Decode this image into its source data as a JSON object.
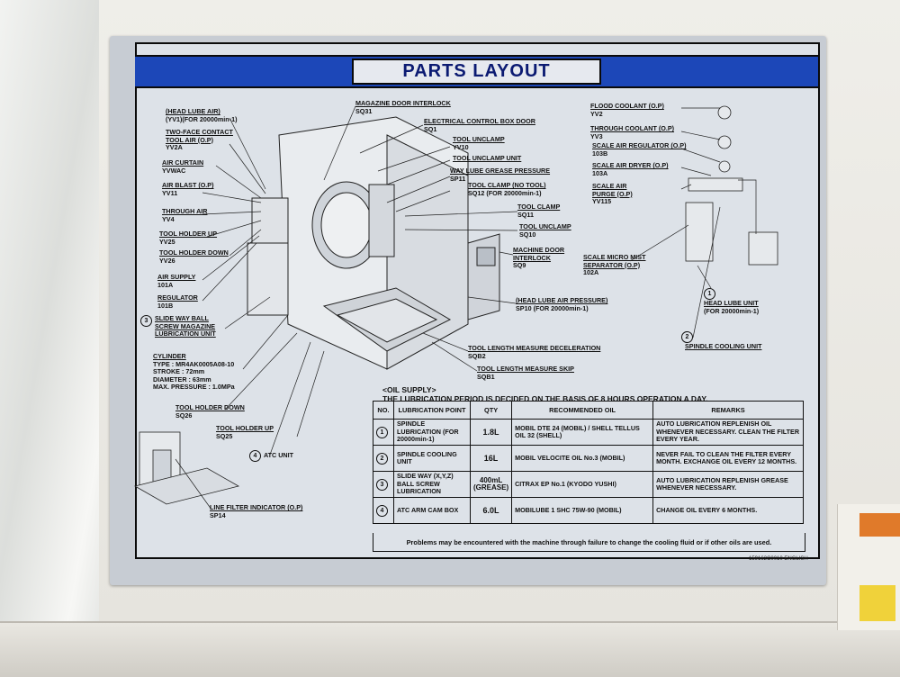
{
  "title": "PARTS LAYOUT",
  "labels_left": [
    {
      "name": "(HEAD LUBE AIR)",
      "code": "(YV1)(FOR 20000min-1)"
    },
    {
      "name": "TWO-FACE CONTACT TOOL AIR (O.P)",
      "code": "YV2A"
    },
    {
      "name": "AIR CURTAIN",
      "code": "YVWAC"
    },
    {
      "name": "AIR BLAST (O.P)",
      "code": "YV11"
    },
    {
      "name": "THROUGH AIR",
      "code": "YV4"
    },
    {
      "name": "TOOL HOLDER UP",
      "code": "YV25"
    },
    {
      "name": "TOOL HOLDER DOWN",
      "code": "YV26"
    },
    {
      "name": "AIR SUPPLY",
      "code": "101A"
    },
    {
      "name": "REGULATOR",
      "code": "101B"
    },
    {
      "name": "SLIDE WAY BALL SCREW MAGAZINE LUBRICATION UNIT",
      "code": "3"
    },
    {
      "name": "CYLINDER",
      "code": "TYPE : MR4AK0005A08-10"
    },
    {
      "name": "STROKE : 72mm",
      "code": "DIAMETER : 63mm"
    },
    {
      "name": "MAX. PRESSURE : 1.0MPa",
      "code": ""
    },
    {
      "name": "TOOL HOLDER DOWN",
      "code": "SQ26"
    },
    {
      "name": "TOOL HOLDER UP",
      "code": "SQ25"
    },
    {
      "name": "ATC UNIT",
      "code": "4"
    },
    {
      "name": "LINE FILTER INDICATOR (O.P)",
      "code": "SP14"
    }
  ],
  "labels_mid": [
    {
      "name": "MAGAZINE DOOR INTERLOCK",
      "code": "SQ31"
    },
    {
      "name": "ELECTRICAL CONTROL BOX DOOR",
      "code": "SQ1"
    },
    {
      "name": "TOOL UNCLAMP",
      "code": "YV10"
    },
    {
      "name": "TOOL UNCLAMP UNIT",
      "code": ""
    },
    {
      "name": "WAY LUBE GREASE PRESSURE",
      "code": "SP11"
    },
    {
      "name": "TOOL CLAMP (NO TOOL)",
      "code": "SQ12  (FOR 20000min-1)"
    },
    {
      "name": "TOOL CLAMP",
      "code": "SQ11"
    },
    {
      "name": "TOOL UNCLAMP",
      "code": "SQ10"
    },
    {
      "name": "MACHINE DOOR INTERLOCK",
      "code": "SQ9"
    },
    {
      "name": "(HEAD LUBE AIR PRESSURE)",
      "code": "SP10  (FOR 20000min-1)"
    },
    {
      "name": "TOOL LENGTH MEASURE DECELERATION",
      "code": "SQB2"
    },
    {
      "name": "TOOL LENGTH MEASURE SKIP",
      "code": "SQB1"
    }
  ],
  "labels_right": [
    {
      "name": "FLOOD COOLANT (O.P)",
      "code": "YV2"
    },
    {
      "name": "THROUGH COOLANT (O.P)",
      "code": "YV3"
    },
    {
      "name": "SCALE AIR REGULATOR (O.P)",
      "code": "103B"
    },
    {
      "name": "SCALE AIR DRYER (O.P)",
      "code": "103A"
    },
    {
      "name": "SCALE AIR PURGE (O.P)",
      "code": "YV115"
    },
    {
      "name": "SCALE MICRO MIST SEPARATOR (O.P)",
      "code": "102A"
    },
    {
      "name": "HEAD LUBE UNIT",
      "code": "(FOR 20000min-1)"
    },
    {
      "name": "SPINDLE COOLING UNIT",
      "code": ""
    }
  ],
  "oil": {
    "heading": "<OIL SUPPLY>",
    "subheading": "THE LUBRICATION PERIOD IS DECIDED ON THE BASIS OF 8 HOURS OPERATION A DAY.",
    "columns": [
      "NO.",
      "LUBRICATION POINT",
      "QTY",
      "RECOMMENDED  OIL",
      "REMARKS"
    ],
    "rows": [
      {
        "no": "1",
        "point": "SPINDLE LUBRICATION (FOR 20000min-1)",
        "qty": "1.8L",
        "oil": "MOBIL DTE 24 (MOBIL) / SHELL TELLUS OIL 32 (SHELL)",
        "remarks": "AUTO LUBRICATION REPLENISH OIL WHENEVER NECESSARY. CLEAN THE FILTER EVERY YEAR."
      },
      {
        "no": "2",
        "point": "SPINDLE COOLING UNIT",
        "qty": "16L",
        "oil": "MOBIL VELOCITE OIL No.3  (MOBIL)",
        "remarks": "NEVER FAIL TO CLEAN THE FILTER EVERY MONTH. EXCHANGE OIL EVERY 12 MONTHS."
      },
      {
        "no": "3",
        "point": "SLIDE WAY (X,Y,Z) BALL SCREW LUBRICATION",
        "qty": "400mL (GREASE)",
        "oil": "CITRAX EP No.1  (KYODO YUSHI)",
        "remarks": "AUTO LUBRICATION REPLENISH GREASE WHENEVER NECESSARY."
      },
      {
        "no": "4",
        "point": "ATC ARM CAM BOX",
        "qty": "6.0L",
        "oil": "MOBILUBE 1 SHC 75W-90  (MOBIL)",
        "remarks": "CHANGE OIL EVERY 6 MONTHS."
      }
    ],
    "note": "Problems may be encountered with the machine through failure to change the cooling fluid or if other oils are used."
  },
  "doc_code": "159162C0010  ENGLISH"
}
